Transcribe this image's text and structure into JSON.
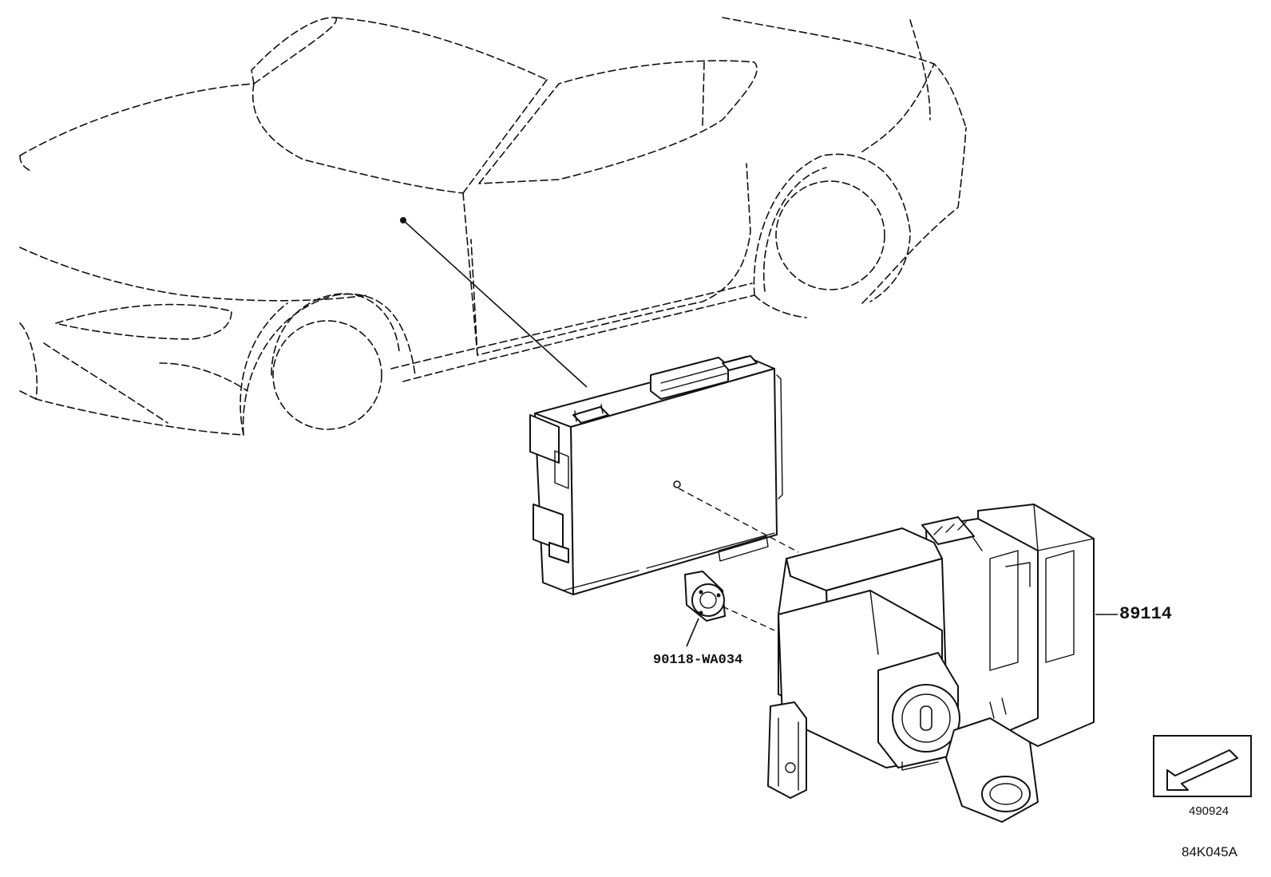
{
  "callouts": {
    "module_part": "89114",
    "grommet_part": "90118-WA034"
  },
  "reference": {
    "view_code": "490924",
    "figure_code": "84K045A"
  },
  "icons": {
    "vehicle": "vehicle-outline-icon",
    "module": "control-module-icon",
    "bracket": "bracket-assembly-icon",
    "grommet": "grommet-icon",
    "view_arrow": "view-direction-arrow-icon"
  },
  "colors": {
    "line": "#111111",
    "background": "#ffffff"
  }
}
